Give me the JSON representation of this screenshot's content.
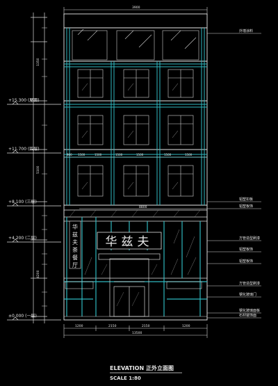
{
  "levels": [
    {
      "label": "+15.300 (屋面)"
    },
    {
      "label": "+11.700 (四层)"
    },
    {
      "label": "+8.100 (三层)"
    },
    {
      "label": "+4.200 (二层)"
    },
    {
      "label": "±0.000 (一层)"
    }
  ],
  "dimensions": {
    "top_total": "3900",
    "left_vertical": [
      "1350",
      "5100",
      "4200"
    ],
    "floor_widths": [
      "900",
      "1500",
      "1500",
      "1500",
      "1500",
      "1500",
      "1500"
    ],
    "canopy_width": "8800",
    "bottom": [
      "1200",
      "2150",
      "2150",
      "1200"
    ],
    "bottom_total": "13500"
  },
  "sign": {
    "main": "华兹夫",
    "vertical": [
      "华",
      "兹",
      "夫",
      "茶",
      "餐",
      "厅"
    ]
  },
  "annotations": [
    "外墙涂料",
    "铝塑扣板",
    "铝塑板饰",
    "方管造型刷漆",
    "铝塑板饰",
    "铝塑板饰",
    "方管造型刷漆",
    "钢化玻璃门",
    "钢化玻璃面板",
    "石材装饰面"
  ],
  "title": {
    "main": "ELEVATION  正外立面图",
    "scale": "SCALE  1:80"
  }
}
